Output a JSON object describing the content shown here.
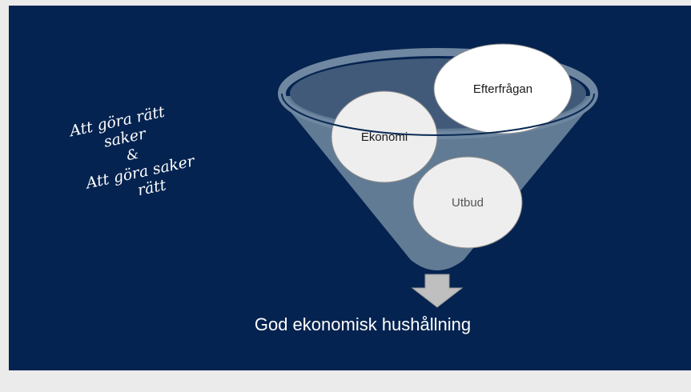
{
  "slide": {
    "background_color": "#052350",
    "handwritten_lines": [
      "Att göra rätt",
      "saker",
      "&",
      "Att göra saker",
      "rätt"
    ],
    "funnel_bubbles": {
      "top_right": "Efterfrågan",
      "left": "Ekonomi",
      "bottom": "Utbud"
    },
    "caption": "God ekonomisk hushållning"
  },
  "icons": {
    "arrow": "down-arrow-icon"
  }
}
